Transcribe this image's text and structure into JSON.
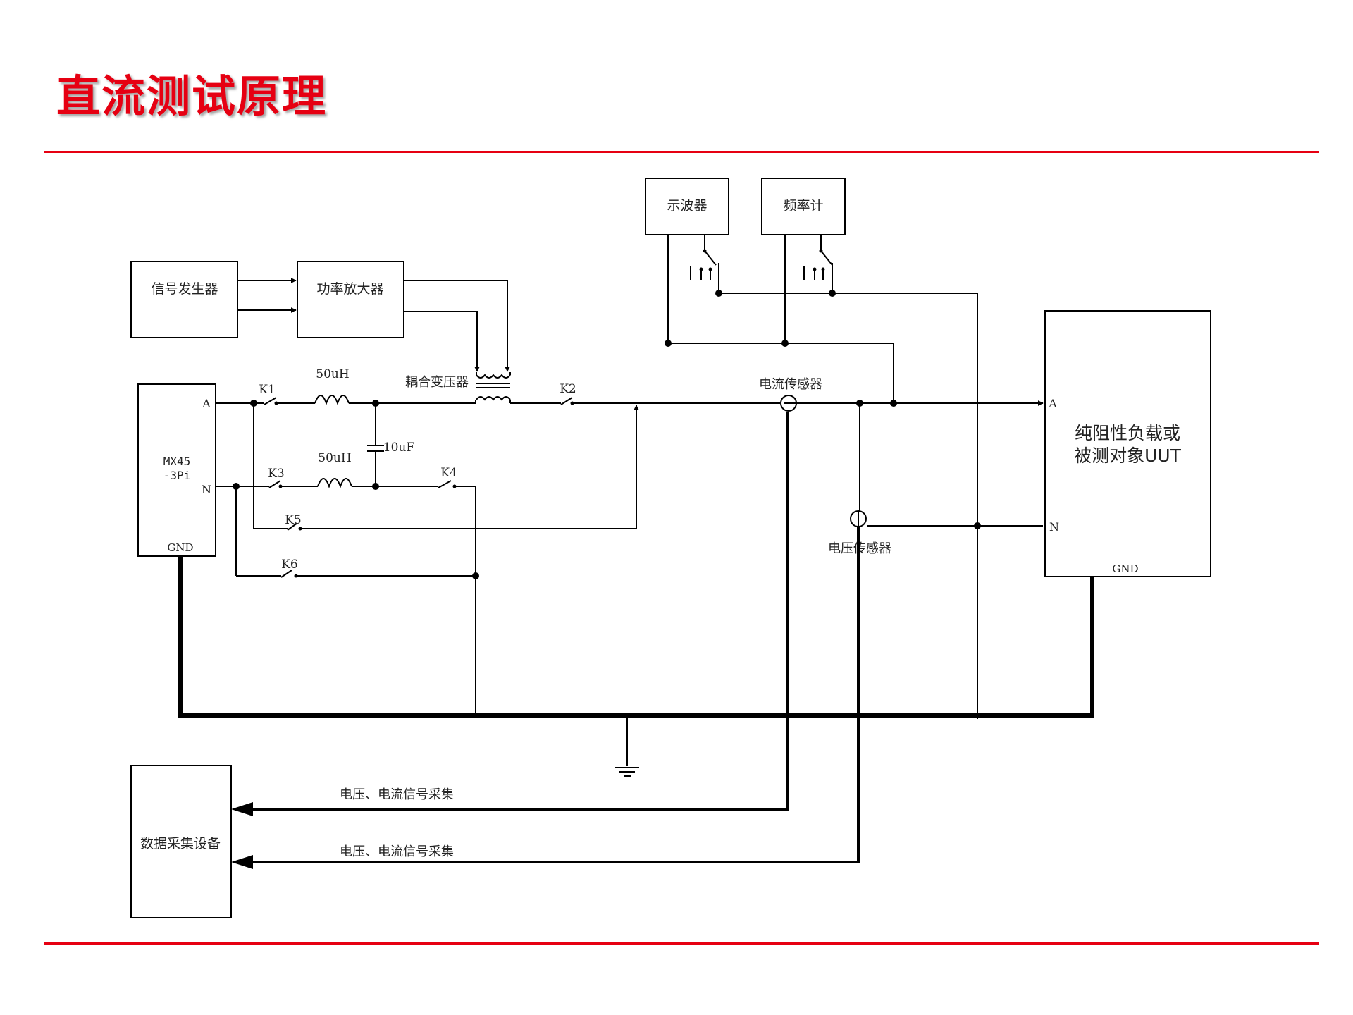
{
  "title": "直流测试原理",
  "blocks": {
    "signal_generator": "信号发生器",
    "power_amplifier": "功率放大器",
    "oscilloscope": "示波器",
    "frequency_meter": "频率计",
    "source_line1": "MX45",
    "source_line2": "-3Pi",
    "load_line1": "纯阻性负载或",
    "load_line2": "被测对象UUT",
    "daq": "数据采集设备"
  },
  "terminals": {
    "a": "A",
    "n": "N",
    "gnd": "GND"
  },
  "components": {
    "coupling_transformer": "耦合变压器",
    "inductor_top": "50uH",
    "inductor_bottom": "50uH",
    "capacitor": "10uF",
    "current_sensor": "电流传感器",
    "voltage_sensor": "电压传感器"
  },
  "switches": [
    "K1",
    "K2",
    "K3",
    "K4",
    "K5",
    "K6"
  ],
  "signal_labels": [
    "电压、电流信号采集",
    "电压、电流信号采集"
  ],
  "colors": {
    "accent": "#e60012",
    "line": "#000000"
  }
}
